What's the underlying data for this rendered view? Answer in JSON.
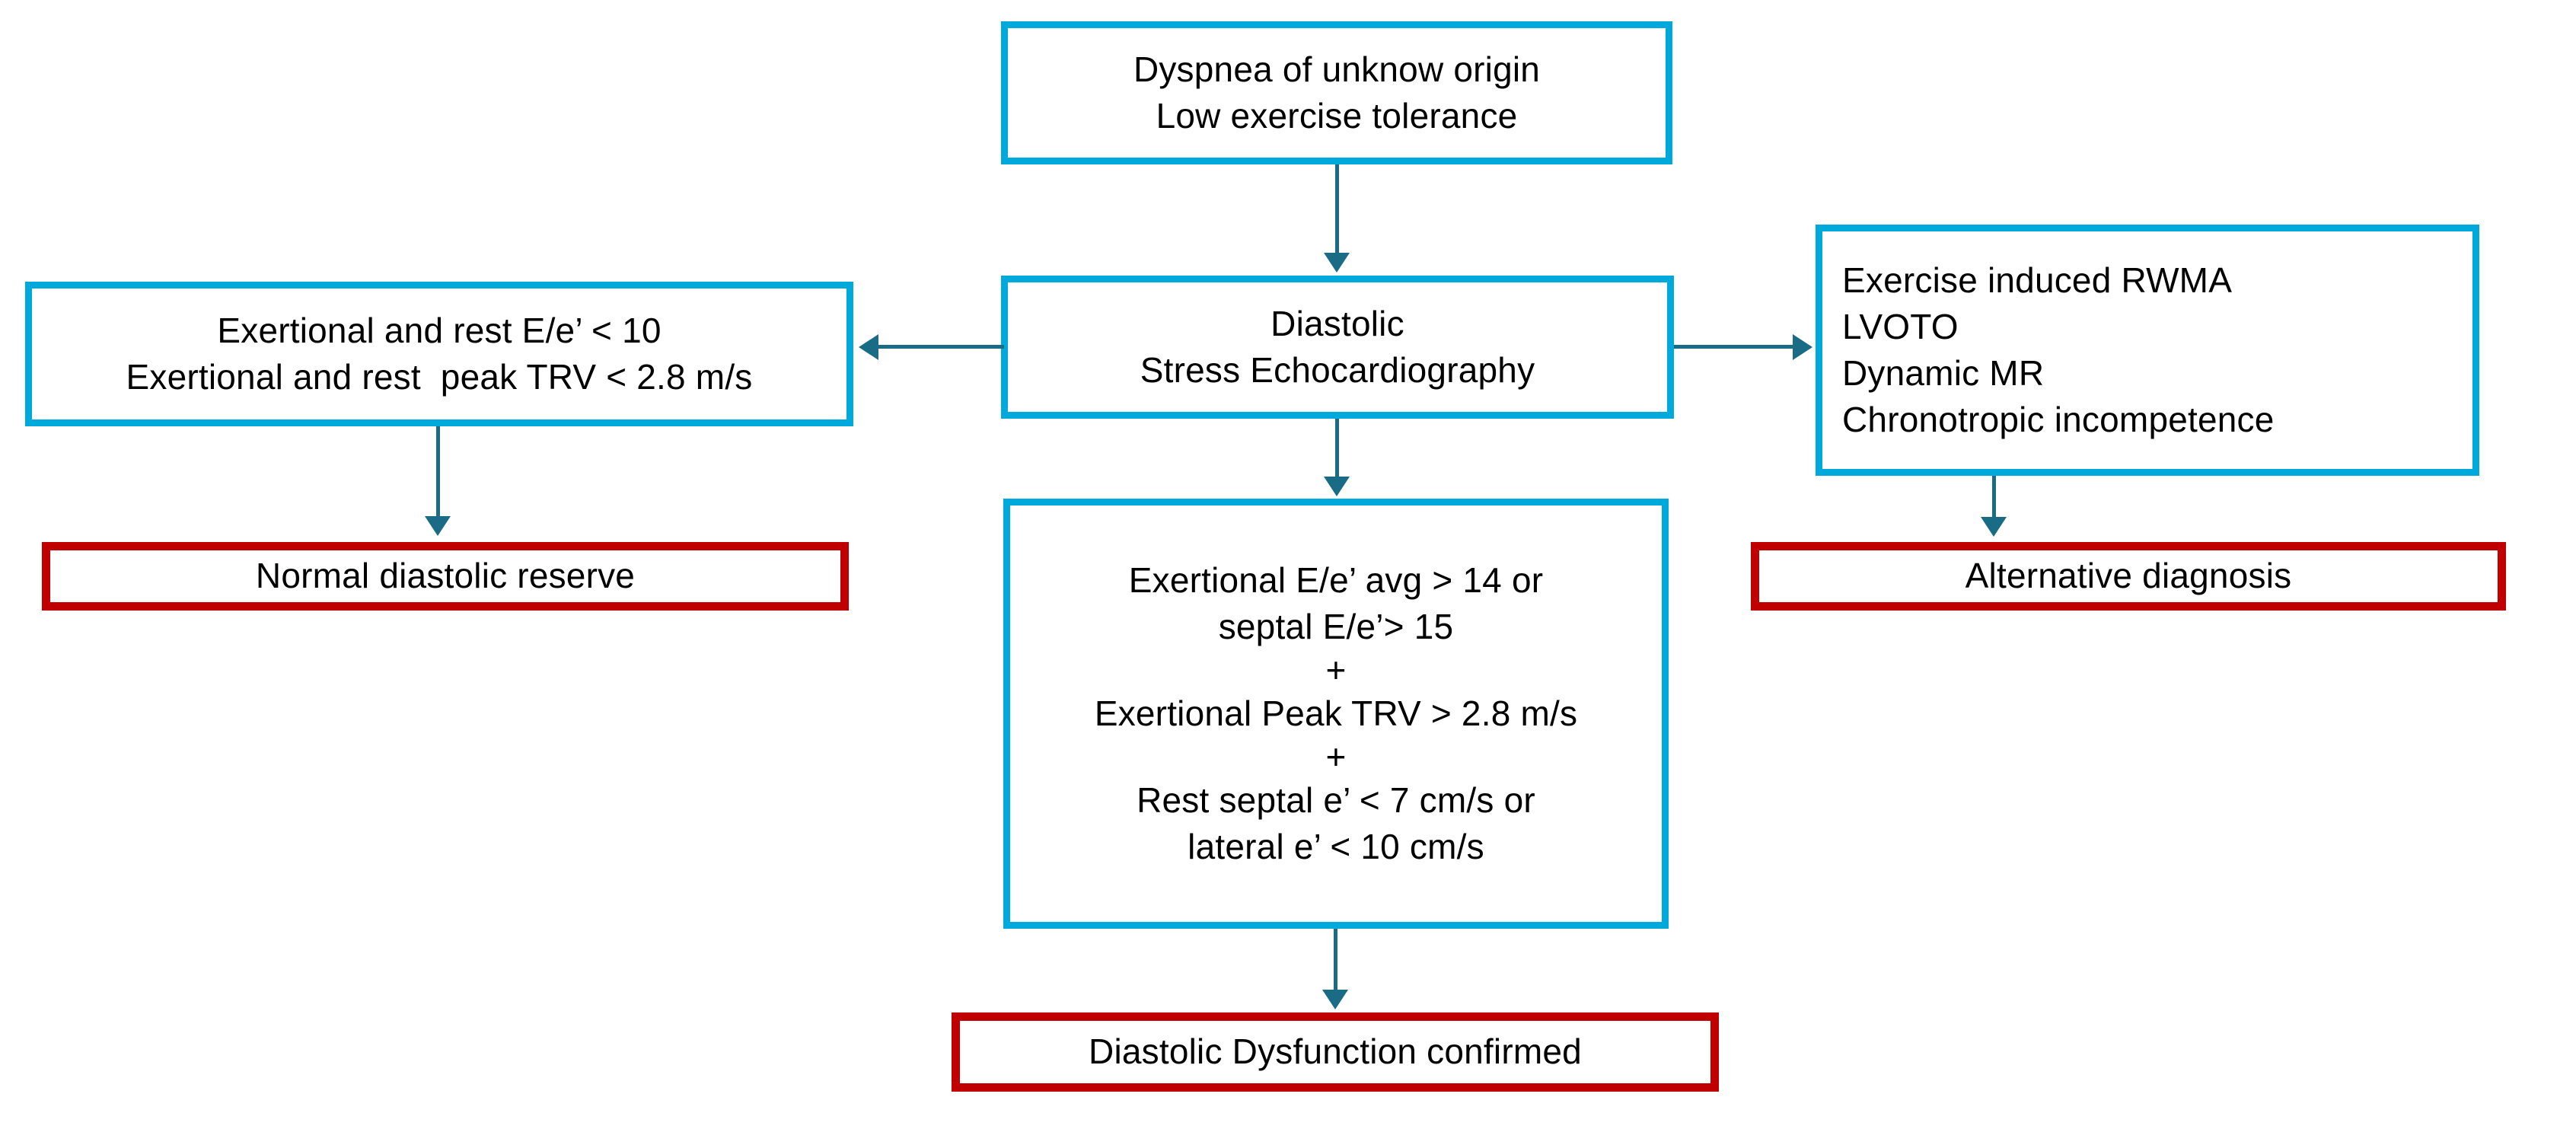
{
  "diagram": {
    "title": "Diastolic Stress Echocardiography diagnostic algorithm",
    "colors": {
      "box_border_primary": "#00a9db",
      "box_border_outcome": "#c00000",
      "connector": "#1a6b85",
      "background": "#ffffff",
      "text": "#000000"
    },
    "nodes": {
      "presentation": {
        "id": "presentation",
        "kind": "process",
        "border_color": "#00a9db",
        "align": "center",
        "lines": [
          "Dyspnea of unknow origin",
          "Low exercise tolerance"
        ]
      },
      "test": {
        "id": "test",
        "kind": "process",
        "border_color": "#00a9db",
        "align": "center",
        "lines": [
          "Diastolic",
          "Stress Echocardiography"
        ]
      },
      "negative_criteria": {
        "id": "negative-criteria",
        "kind": "process",
        "border_color": "#00a9db",
        "align": "center",
        "lines": [
          "Exertional and rest E/e’ < 10",
          "Exertional and rest  peak TRV < 2.8 m/s"
        ]
      },
      "other_findings": {
        "id": "other-findings",
        "kind": "process",
        "border_color": "#00a9db",
        "align": "left",
        "lines": [
          "Exercise induced RWMA",
          "LVOTO",
          "Dynamic MR",
          "Chronotropic incompetence"
        ]
      },
      "positive_criteria": {
        "id": "positive-criteria",
        "kind": "process",
        "border_color": "#00a9db",
        "align": "center",
        "lines": [
          "Exertional E/e’ avg > 14 or",
          "septal E/e’> 15",
          "+",
          "Exertional Peak TRV > 2.8 m/s",
          "+",
          "Rest septal e’ < 7 cm/s or",
          "lateral e’ < 10 cm/s"
        ]
      },
      "normal_outcome": {
        "id": "normal-outcome",
        "kind": "outcome",
        "border_color": "#c00000",
        "align": "center",
        "lines": [
          "Normal diastolic reserve"
        ]
      },
      "alternative_outcome": {
        "id": "alternative-outcome",
        "kind": "outcome",
        "border_color": "#c00000",
        "align": "center",
        "lines": [
          "Alternative diagnosis"
        ]
      },
      "confirmed_outcome": {
        "id": "confirmed-outcome",
        "kind": "outcome",
        "border_color": "#c00000",
        "align": "center",
        "lines": [
          "Diastolic Dysfunction confirmed"
        ]
      }
    },
    "edges": [
      {
        "from": "presentation",
        "to": "test",
        "direction": "down"
      },
      {
        "from": "test",
        "to": "negative_criteria",
        "direction": "left"
      },
      {
        "from": "test",
        "to": "other_findings",
        "direction": "right"
      },
      {
        "from": "test",
        "to": "positive_criteria",
        "direction": "down"
      },
      {
        "from": "negative_criteria",
        "to": "normal_outcome",
        "direction": "down"
      },
      {
        "from": "other_findings",
        "to": "alternative_outcome",
        "direction": "down"
      },
      {
        "from": "positive_criteria",
        "to": "confirmed_outcome",
        "direction": "down"
      }
    ]
  }
}
